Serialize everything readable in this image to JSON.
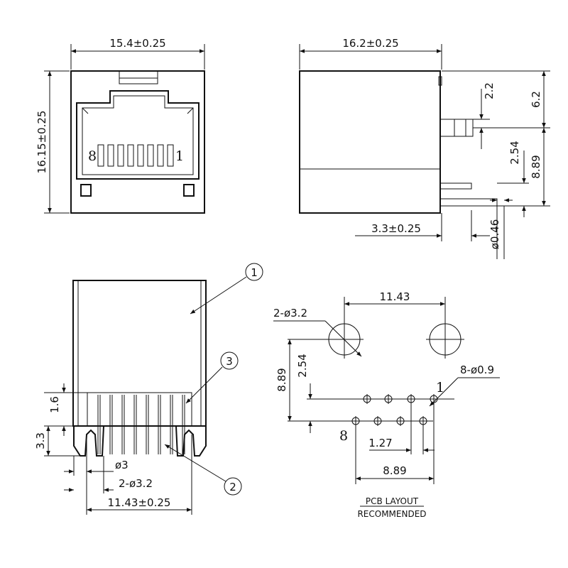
{
  "front_view": {
    "width_dim": "15.4±0.25",
    "height_dim": "16.15±0.25",
    "pin_left": "8",
    "pin_right": "1"
  },
  "side_view": {
    "depth_dim": "16.2±0.25",
    "dim_2_2": "2.2",
    "dim_6_2": "6.2",
    "dim_2_54": "2.54",
    "dim_8_89": "8.89",
    "dim_3_3": "3.3±0.25",
    "dim_0_46": "ø0.46"
  },
  "bottom_view": {
    "dim_1_6": "1.6",
    "dim_3_3": "3.3",
    "dim_3": "ø3",
    "dim_2x3_2": "2-ø3.2",
    "dim_11_43": "11.43±0.25",
    "callout_1": "1",
    "callout_2": "2",
    "callout_3": "3"
  },
  "pcb_layout": {
    "dim_spacing": "11.43",
    "mount_holes": "2-ø3.2",
    "dim_8_89_v": "8.89",
    "dim_2_54": "2.54",
    "pin_holes": "8-ø0.9",
    "pin_1": "1",
    "pin_8": "8",
    "dim_1_27": "1.27",
    "dim_8_89_h": "8.89",
    "caption_line1": "PCB LAYOUT",
    "caption_line2": "RECOMMENDED"
  }
}
